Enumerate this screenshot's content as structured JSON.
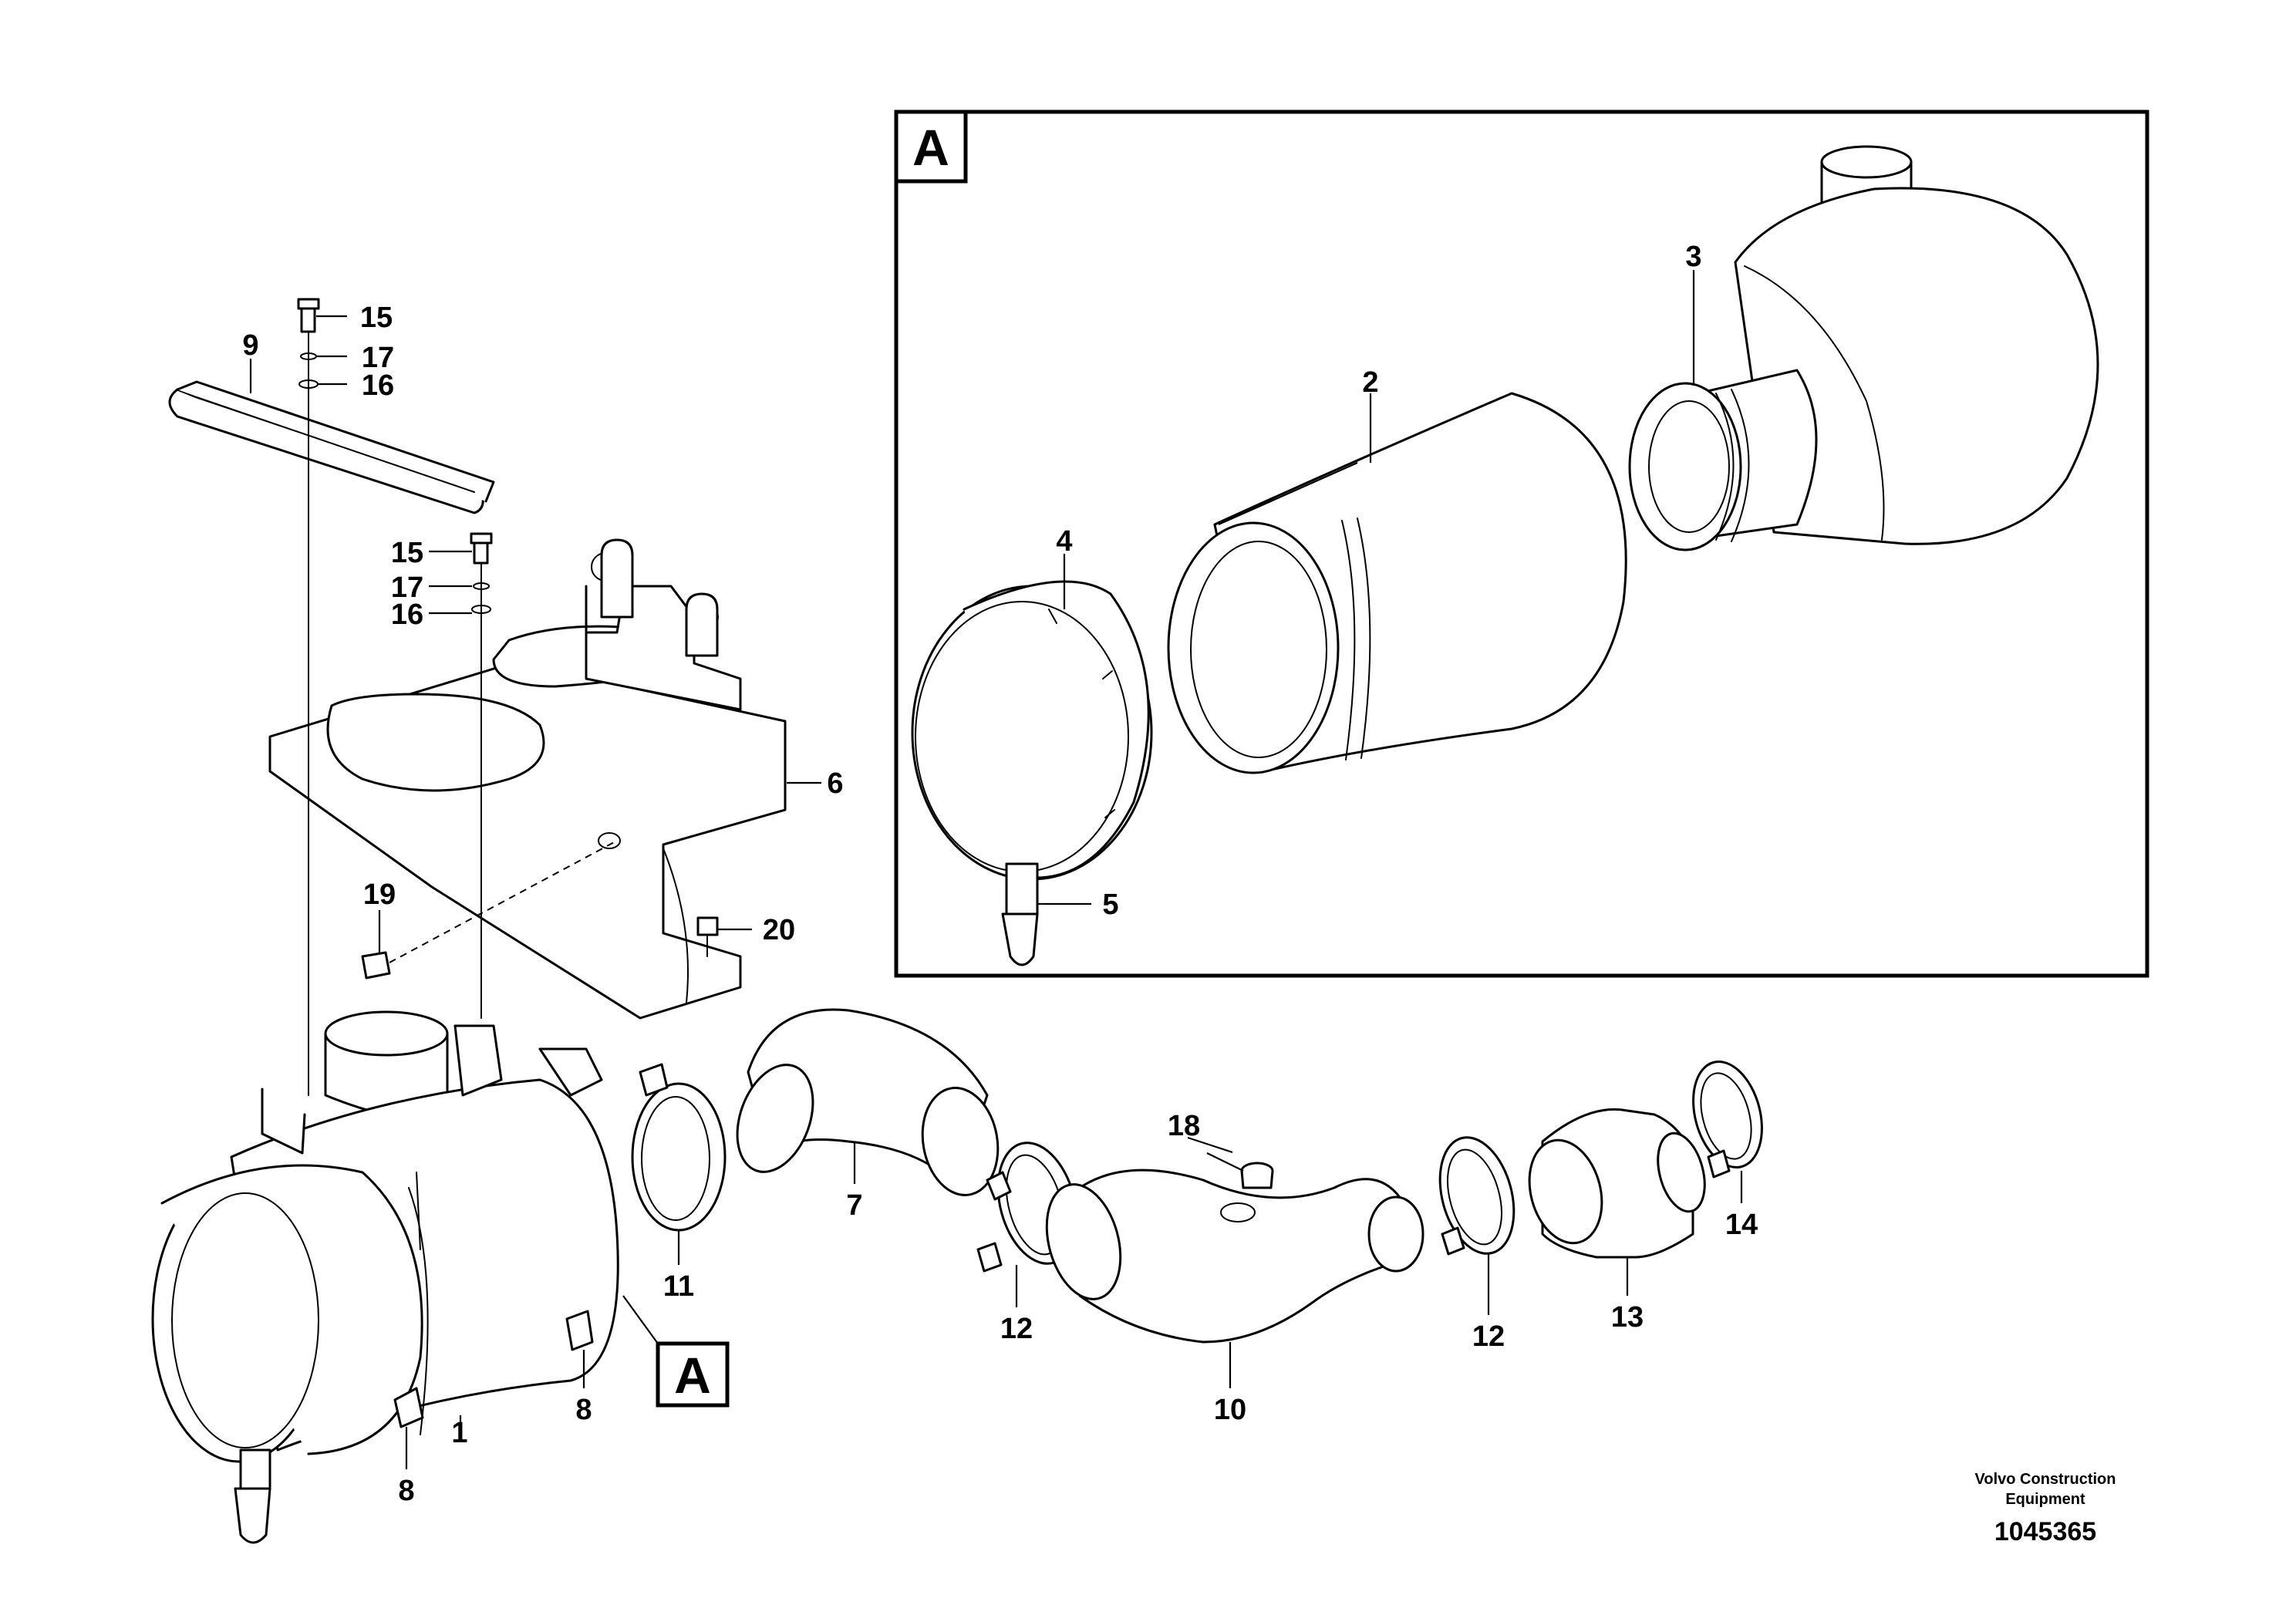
{
  "detail": {
    "letter": "A"
  },
  "callouts": {
    "c1": "1",
    "c2": "2",
    "c3": "3",
    "c4": "4",
    "c5": "5",
    "c6": "6",
    "c7": "7",
    "c8a": "8",
    "c8b": "8",
    "c9": "9",
    "c10": "10",
    "c11": "11",
    "c12a": "12",
    "c12b": "12",
    "c13": "13",
    "c14": "14",
    "c15a": "15",
    "c15b": "15",
    "c16a": "16",
    "c16b": "16",
    "c17a": "17",
    "c17b": "17",
    "c18": "18",
    "c19": "19",
    "c20": "20"
  },
  "footer": {
    "company_line1": "Volvo Construction",
    "company_line2": "Equipment",
    "doc_number": "1045365"
  }
}
